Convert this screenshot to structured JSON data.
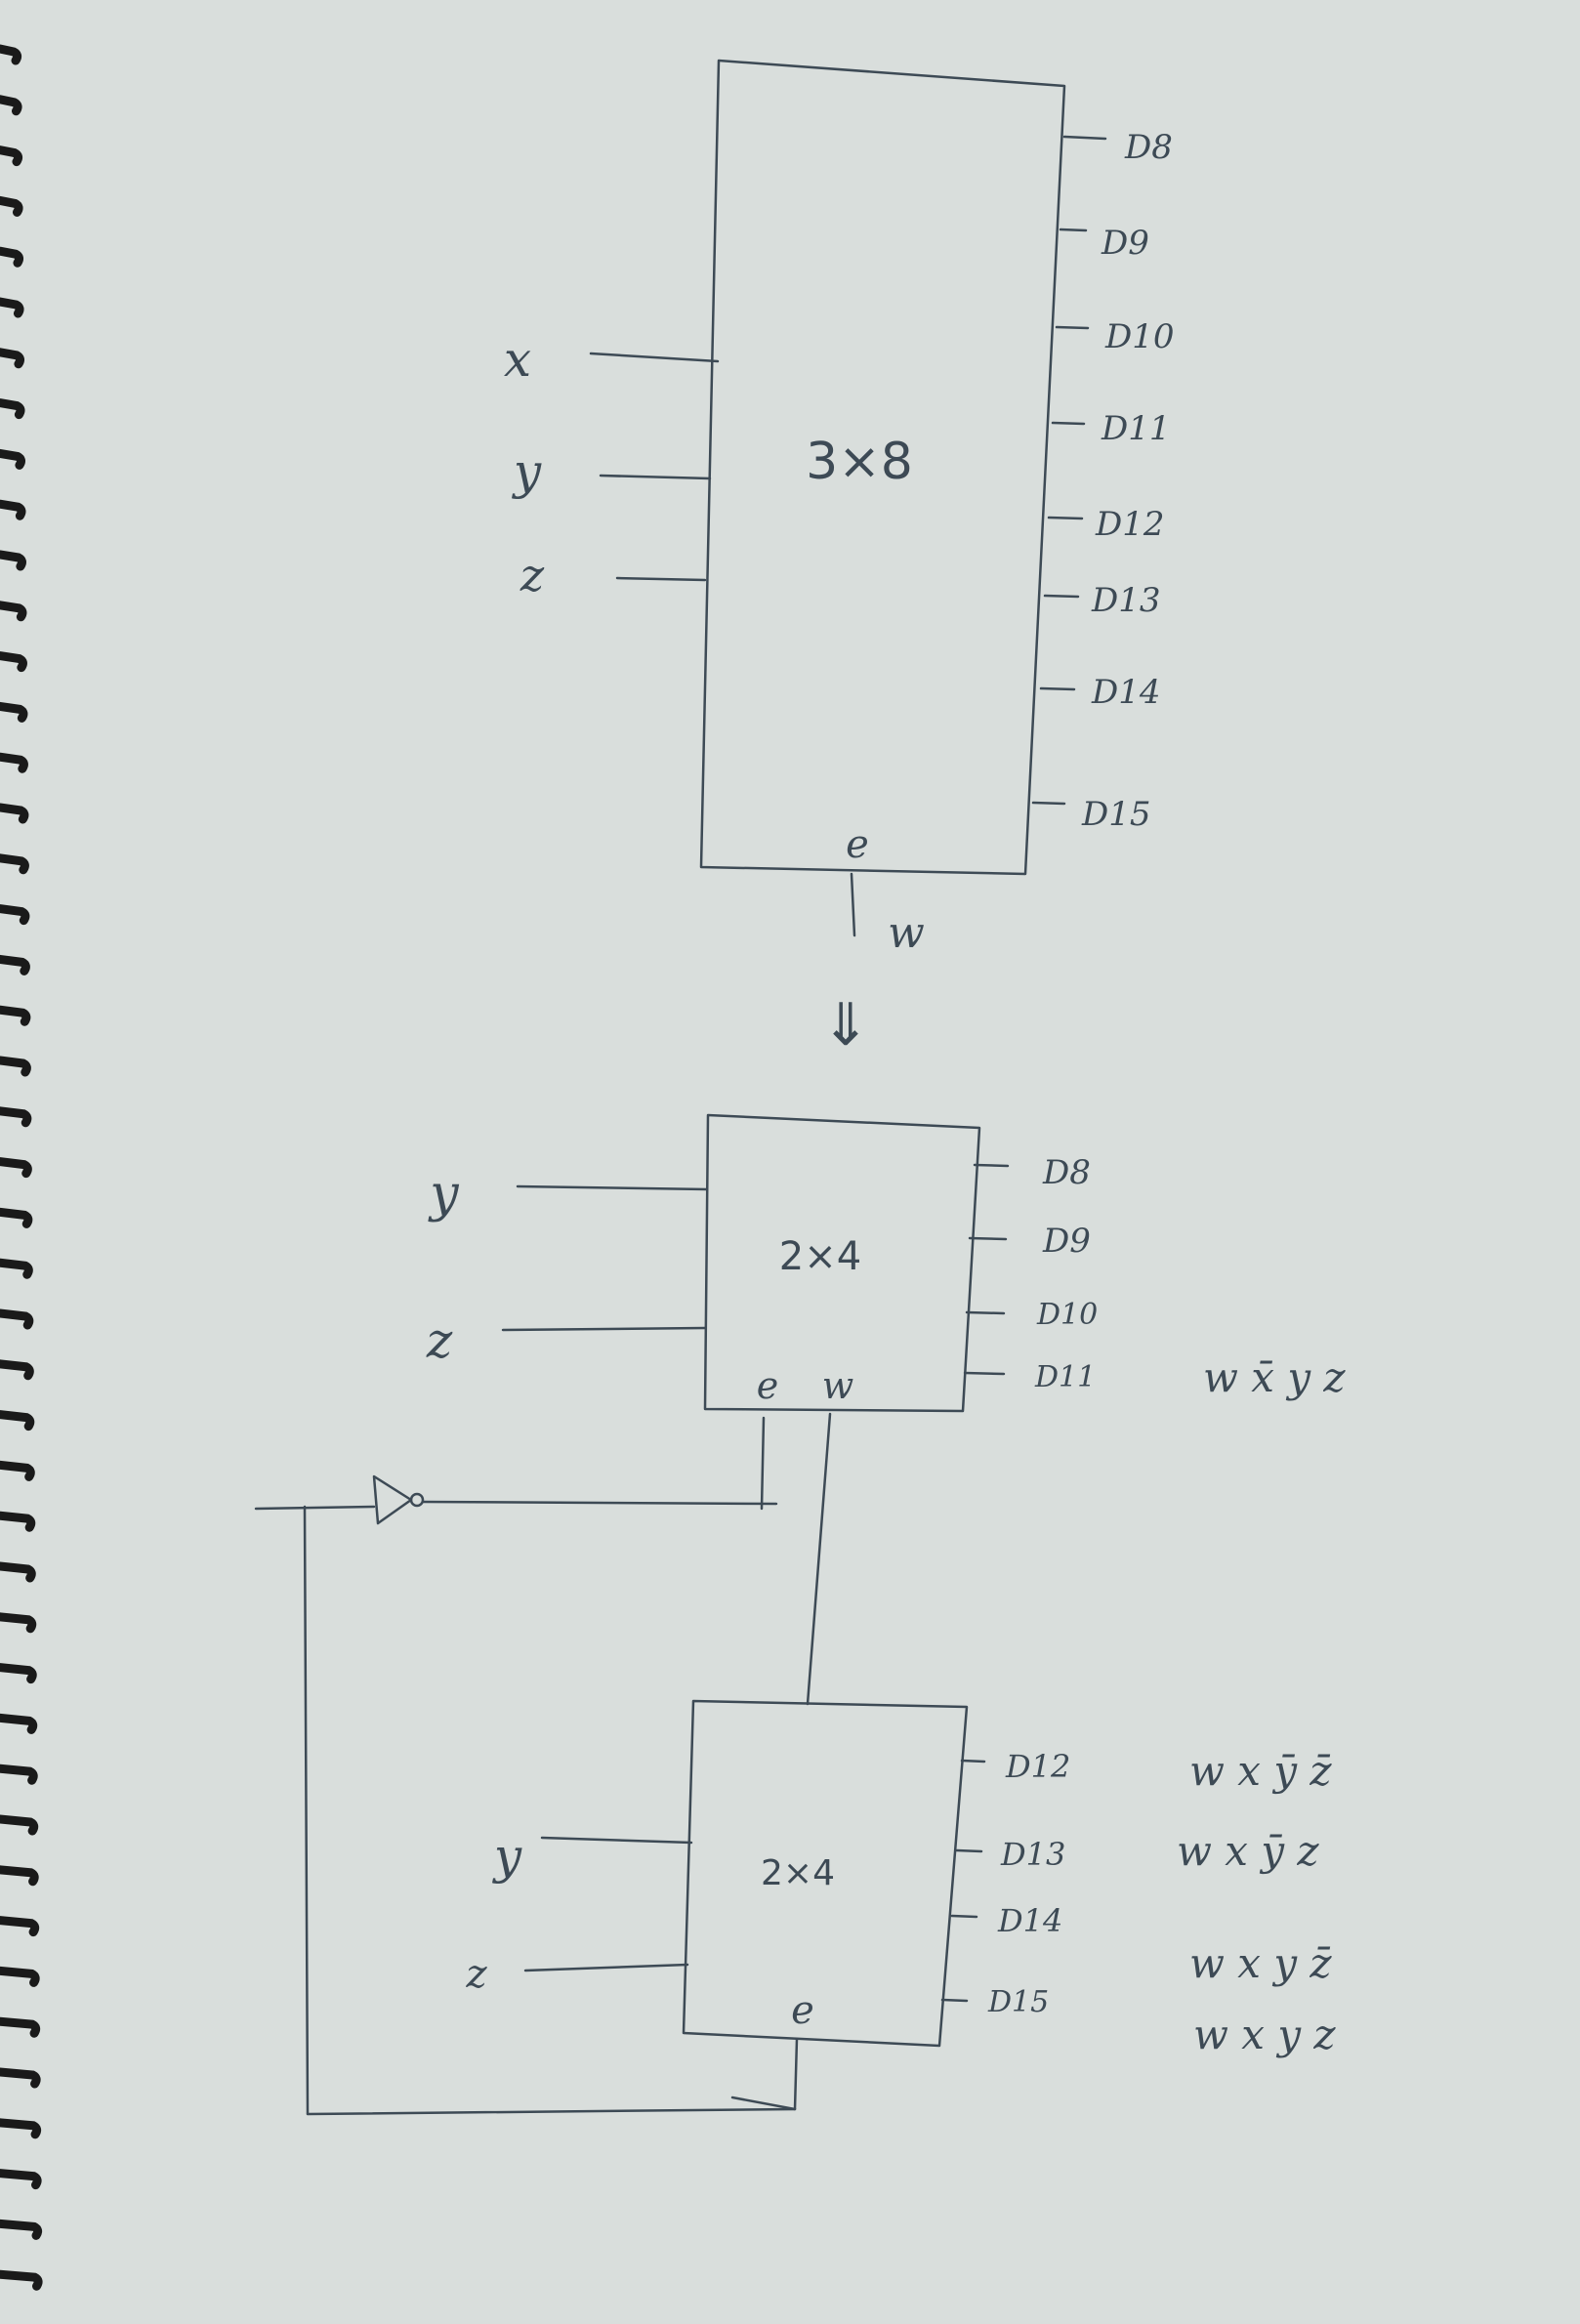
{
  "decoder_3x8": {
    "label": "3×8",
    "inputs": [
      "x",
      "y",
      "z"
    ],
    "enable": "e",
    "enable_input": "w",
    "outputs": [
      "D8",
      "D9",
      "D10",
      "D11",
      "D12",
      "D13",
      "D14",
      "D15"
    ]
  },
  "implies_arrow": "⇓",
  "decoder_upper": {
    "label": "2×4",
    "inputs": [
      "y",
      "z"
    ],
    "enable": "e",
    "enable_input": "w",
    "outputs": [
      "D8",
      "D9",
      "D10",
      "D11"
    ],
    "minterm": "w x̄ y z"
  },
  "decoder_lower": {
    "label": "2×4",
    "inputs": [
      "y",
      "z"
    ],
    "enable": "e",
    "outputs": [
      "D12",
      "D13",
      "D14",
      "D15"
    ],
    "minterms": [
      "w x ȳ z̄",
      "w x ȳ z",
      "w x y z̄",
      "w x y z"
    ]
  },
  "colors": {
    "paper": "#d9dedc",
    "ink": "#3d4a55",
    "binding": "#1a1a1a"
  }
}
